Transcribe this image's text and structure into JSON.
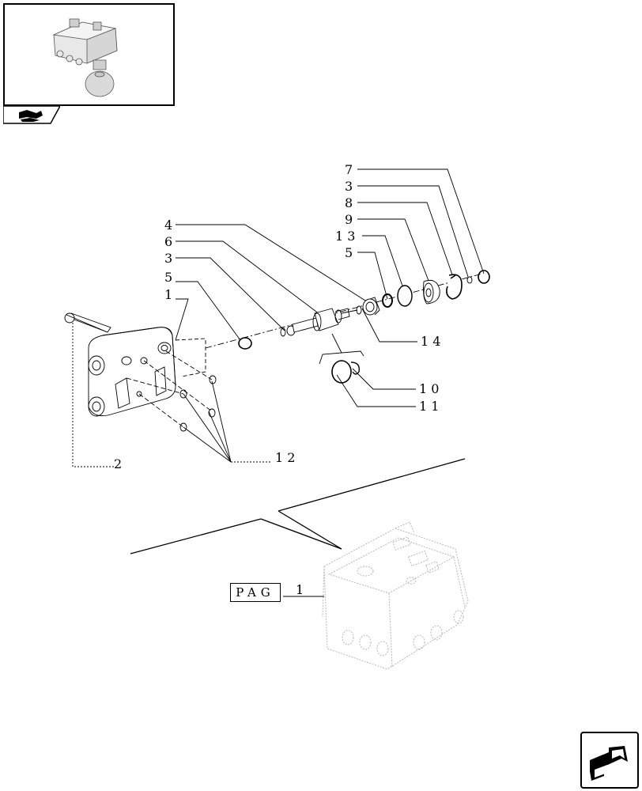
{
  "callouts": {
    "c7_top": "7",
    "c3_top": "3",
    "c8": "8",
    "c9": "9",
    "c13": "1 3",
    "c5_top": "5",
    "c4": "4",
    "c6": "6",
    "c3_mid": "3",
    "c5_mid": "5",
    "c1": "1",
    "c14": "1 4",
    "c10": "1 0",
    "c11": "1 1",
    "c2": "2",
    "c12": "1 2"
  },
  "page_reference": {
    "label": "PAG",
    "number": "1"
  },
  "icons": {
    "thumbnail_tab": "book-arrow-icon",
    "navigation": "next-page-arrow-icon"
  },
  "colors": {
    "line": "#000000",
    "faded": "#b8b8b8"
  }
}
